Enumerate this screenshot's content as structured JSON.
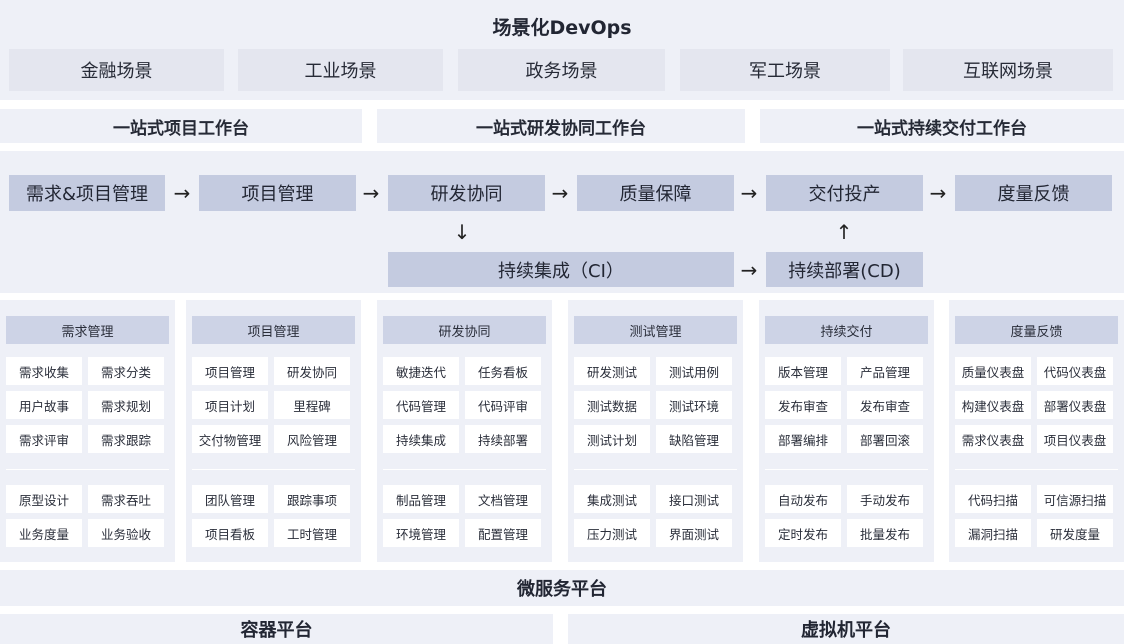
{
  "title": "场景化DevOps",
  "scenarios": [
    "金融场景",
    "工业场景",
    "政务场景",
    "军工场景",
    "互联网场景"
  ],
  "workbenches": [
    "一站式项目工作台",
    "一站式研发协同工作台",
    "一站式持续交付工作台"
  ],
  "flow": {
    "steps": [
      "需求&项目管理",
      "项目管理",
      "研发协同",
      "质量保障",
      "交付投产",
      "度量反馈"
    ],
    "ci": "持续集成（CI）",
    "cd": "持续部署(CD)",
    "arrow": "→",
    "arrow_down": "↓",
    "arrow_up": "↑"
  },
  "modules": [
    {
      "title": "需求管理",
      "items": [
        "需求收集",
        "需求分类",
        "用户故事",
        "需求规划",
        "需求评审",
        "需求跟踪",
        "原型设计",
        "需求吞吐",
        "业务度量",
        "业务验收"
      ]
    },
    {
      "title": "项目管理",
      "items": [
        "项目管理",
        "研发协同",
        "项目计划",
        "里程碑",
        "交付物管理",
        "风险管理",
        "团队管理",
        "跟踪事项",
        "项目看板",
        "工时管理"
      ]
    },
    {
      "title": "研发协同",
      "items": [
        "敏捷迭代",
        "任务看板",
        "代码管理",
        "代码评审",
        "持续集成",
        "持续部署",
        "制品管理",
        "文档管理",
        "环境管理",
        "配置管理"
      ]
    },
    {
      "title": "测试管理",
      "items": [
        "研发测试",
        "测试用例",
        "测试数据",
        "测试环境",
        "测试计划",
        "缺陷管理",
        "集成测试",
        "接口测试",
        "压力测试",
        "界面测试"
      ]
    },
    {
      "title": "持续交付",
      "items": [
        "版本管理",
        "产品管理",
        "发布审查",
        "发布审查",
        "部署编排",
        "部署回滚",
        "自动发布",
        "手动发布",
        "定时发布",
        "批量发布"
      ]
    },
    {
      "title": "度量反馈",
      "items": [
        "质量仪表盘",
        "代码仪表盘",
        "构建仪表盘",
        "部署仪表盘",
        "需求仪表盘",
        "项目仪表盘",
        "代码扫描",
        "可信源扫描",
        "漏洞扫描",
        "研发度量"
      ]
    }
  ],
  "platforms": {
    "microservice": "微服务平台",
    "container": "容器平台",
    "vm": "虚拟机平台"
  }
}
